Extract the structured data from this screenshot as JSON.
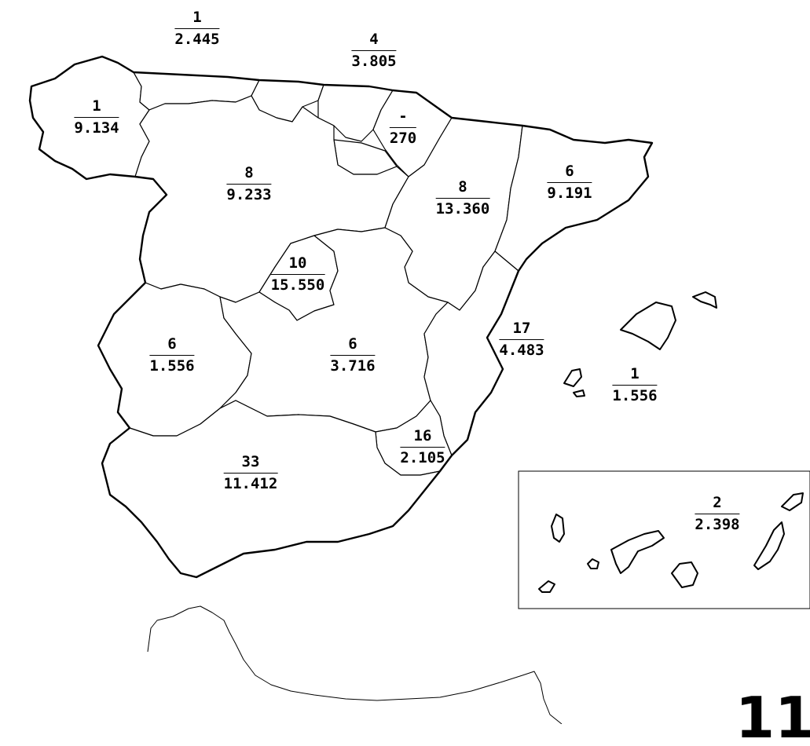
{
  "map": {
    "regions": [
      {
        "id": "asturias",
        "count": "1",
        "value": "2.445"
      },
      {
        "id": "pais-vasco",
        "count": "4",
        "value": "3.805"
      },
      {
        "id": "galicia",
        "count": "1",
        "value": "9.134"
      },
      {
        "id": "navarra",
        "count": "-",
        "value": "270"
      },
      {
        "id": "castilla-leon",
        "count": "8",
        "value": "9.233"
      },
      {
        "id": "aragon",
        "count": "8",
        "value": "13.360"
      },
      {
        "id": "cataluna",
        "count": "6",
        "value": "9.191"
      },
      {
        "id": "madrid",
        "count": "10",
        "value": "15.550"
      },
      {
        "id": "extremadura",
        "count": "6",
        "value": "1.556"
      },
      {
        "id": "castilla-la-mancha",
        "count": "6",
        "value": "3.716"
      },
      {
        "id": "comunidad-valenciana",
        "count": "17",
        "value": "4.483"
      },
      {
        "id": "baleares",
        "count": "1",
        "value": "1.556"
      },
      {
        "id": "murcia",
        "count": "16",
        "value": "2.105"
      },
      {
        "id": "andalucia",
        "count": "33",
        "value": "11.412"
      },
      {
        "id": "canarias",
        "count": "2",
        "value": "2.398"
      }
    ],
    "total_partial": "11"
  }
}
